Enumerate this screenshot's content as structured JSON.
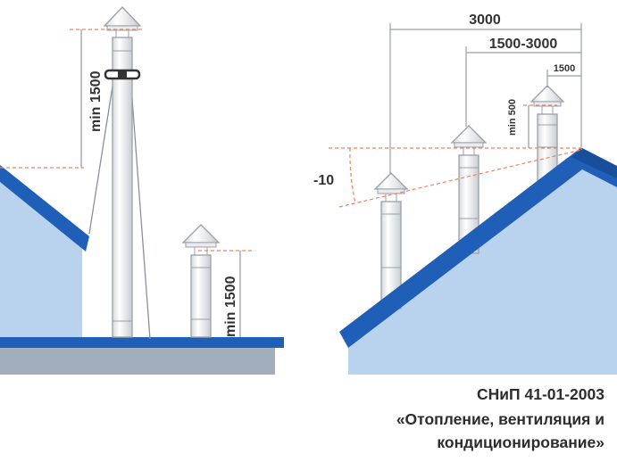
{
  "dimensions": {
    "left_tall": "min 1500",
    "left_flat": "min 1500",
    "right_top_wide": "3000",
    "right_top_mid": "1500-3000",
    "right_top_small": "1500",
    "right_vertical": "min 500",
    "angle": "-10"
  },
  "caption": {
    "line1": "СНиП 41-01-2003",
    "line2": "«Отопление, вентиляция и",
    "line3": "кондиционирование»"
  },
  "colors": {
    "roof_blue": "#1f5fb7",
    "wall_blue": "#b9d3ef",
    "ground_gray": "#a3aebd",
    "guide_red": "#f08060",
    "line_gray": "#9aa0a6"
  }
}
